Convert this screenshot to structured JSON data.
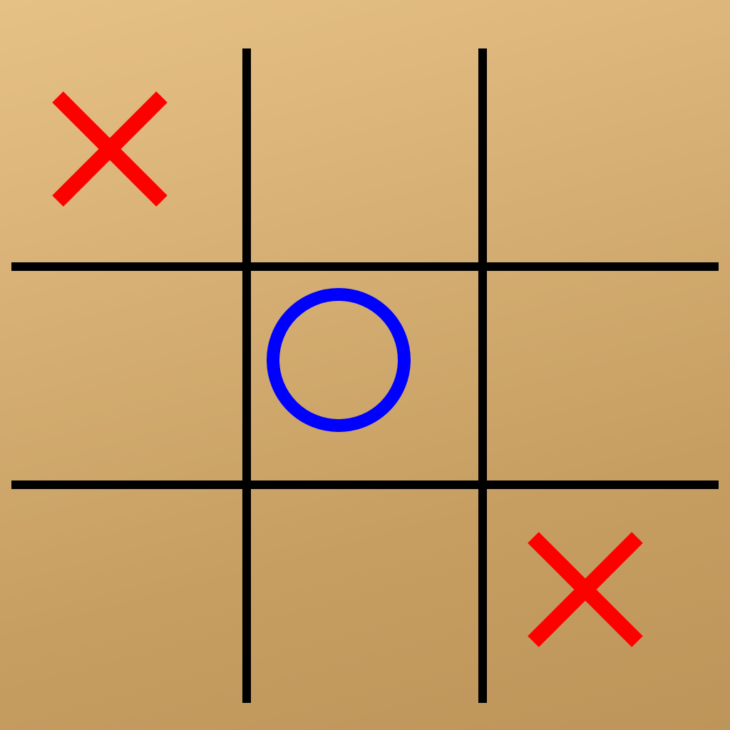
{
  "game": {
    "name": "tic-tac-toe",
    "board": [
      [
        "X",
        "",
        ""
      ],
      [
        "",
        "O",
        ""
      ],
      [
        "",
        "",
        "X"
      ]
    ]
  },
  "colors": {
    "grid": "#000000",
    "x_mark": "#ff0000",
    "o_mark": "#0000ff",
    "background_light": "#e6c185",
    "background_dark": "#bd955a"
  }
}
